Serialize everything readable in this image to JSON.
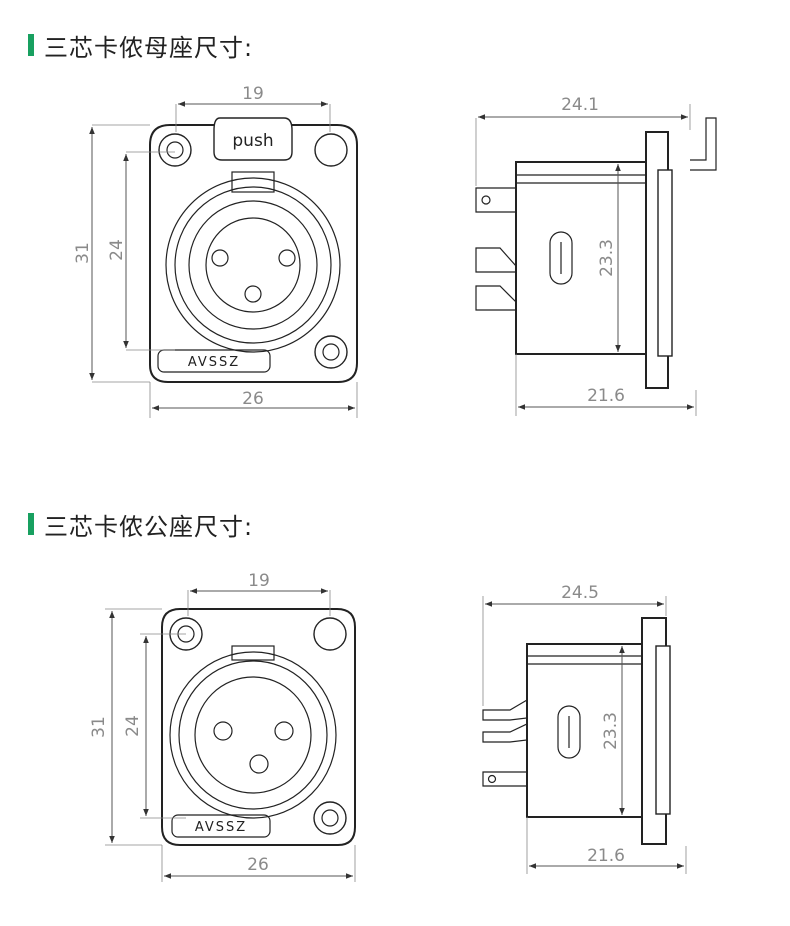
{
  "sections": [
    {
      "title": "三芯卡侬母座尺寸:"
    },
    {
      "title": "三芯卡侬公座尺寸:"
    }
  ],
  "female": {
    "front": {
      "width": "19",
      "height_outer": "31",
      "height_inner": "24",
      "base_width": "26",
      "push_label": "push",
      "brand": "AVSSZ"
    },
    "side": {
      "top_width": "24.1",
      "height": "23.3",
      "bottom_width": "21.6"
    }
  },
  "male": {
    "front": {
      "width": "19",
      "height_outer": "31",
      "height_inner": "24",
      "base_width": "26",
      "brand": "AVSSZ"
    },
    "side": {
      "top_width": "24.5",
      "height": "23.3",
      "bottom_width": "21.6"
    }
  },
  "colors": {
    "accent": "#18a060",
    "line": "#222222",
    "dimension_text": "#8a8a8a"
  }
}
